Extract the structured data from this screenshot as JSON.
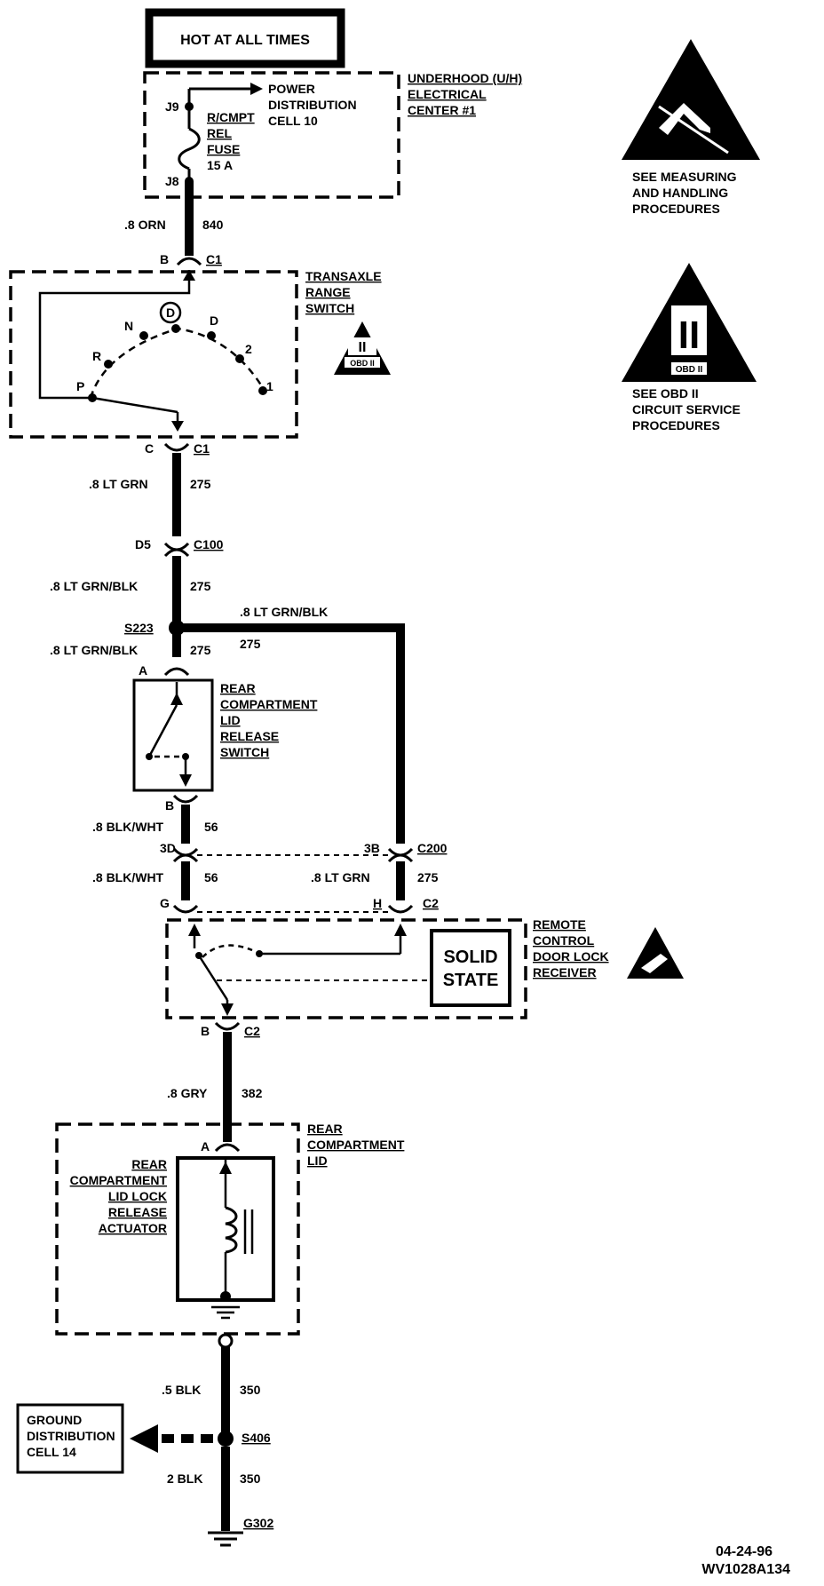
{
  "header": {
    "title": "HOT AT ALL TIMES"
  },
  "underhood": {
    "title_lines": [
      "UNDERHOOD (U/H)",
      "ELECTRICAL",
      "CENTER #1"
    ],
    "power_dist": [
      "POWER",
      "DISTRIBUTION",
      "CELL  10"
    ],
    "fuse": [
      "R/CMPT",
      "REL",
      "FUSE",
      "15 A"
    ],
    "j9": "J9",
    "j8": "J8"
  },
  "wires": {
    "w840": {
      "gauge": ".8  ORN",
      "circuit": "840"
    },
    "w275a": {
      "gauge": ".8  LT  GRN",
      "circuit": "275"
    },
    "w275b": {
      "gauge": ".8  LT  GRN/BLK",
      "circuit": "275"
    },
    "w275c": {
      "gauge": ".8  LT  GRN/BLK",
      "circuit": "275"
    },
    "w275d": {
      "gauge": ".8 LT GRN/BLK",
      "circuit": "275"
    },
    "w56a": {
      "gauge": ".8  BLK/WHT",
      "circuit": "56"
    },
    "w56b": {
      "gauge": ".8  BLK/WHT",
      "circuit": "56"
    },
    "w275e": {
      "gauge": ".8  LT  GRN",
      "circuit": "275"
    },
    "w382": {
      "gauge": ".8  GRY",
      "circuit": "382"
    },
    "w350a": {
      "gauge": ".5  BLK",
      "circuit": "350"
    },
    "w350b": {
      "gauge": "2  BLK",
      "circuit": "350"
    }
  },
  "connectors": {
    "c1_top": {
      "pin": "B",
      "name": "C1"
    },
    "c1_bot": {
      "pin": "C",
      "name": "C1"
    },
    "c100": {
      "pin": "D5",
      "name": "C100"
    },
    "s223": "S223",
    "switch_a": "A",
    "switch_b": "B",
    "c200_3d": "3D",
    "c200_3b": "3B",
    "c200": "C200",
    "c2_g": "G",
    "c2_h": "H",
    "c2": "C2",
    "c2b_pin": "B",
    "c2b": "C2",
    "lid_a": "A",
    "s406": "S406",
    "g302": "G302"
  },
  "transaxle": {
    "title_lines": [
      "TRANSAXLE",
      "RANGE",
      "SWITCH"
    ],
    "positions": [
      "P",
      "R",
      "N",
      "D",
      "D",
      "2",
      "1"
    ]
  },
  "rear_switch": {
    "title_lines": [
      "REAR",
      "COMPARTMENT",
      "LID",
      "RELEASE",
      "SWITCH"
    ]
  },
  "receiver": {
    "title_lines": [
      "REMOTE",
      "CONTROL",
      "DOOR LOCK",
      "RECEIVER"
    ],
    "solid_state": [
      "SOLID",
      "STATE"
    ]
  },
  "lid": {
    "title_lines": [
      "REAR",
      "COMPARTMENT",
      "LID"
    ],
    "actuator_lines": [
      "REAR",
      "COMPARTMENT",
      "LID  LOCK",
      "RELEASE",
      "ACTUATOR"
    ]
  },
  "ground_dist": [
    "GROUND",
    "DISTRIBUTION",
    "CELL  14"
  ],
  "obd_small": {
    "numeral": "II",
    "sub": "OBD II"
  },
  "notes": {
    "esd": [
      "SEE MEASURING",
      "AND HANDLING",
      "PROCEDURES"
    ],
    "obd_numeral": "II",
    "obd_sub": "OBD II",
    "obd": [
      "SEE OBD II",
      "CIRCUIT SERVICE",
      "PROCEDURES"
    ]
  },
  "footer": {
    "date": "04-24-96",
    "code": "WV1028A134"
  }
}
